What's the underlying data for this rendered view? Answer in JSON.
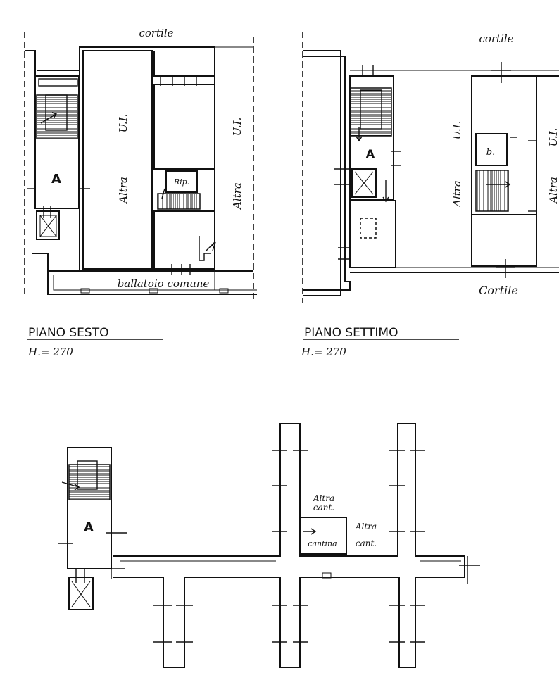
{
  "floors": {
    "sixth": {
      "courtyard": "cortile",
      "unit_right": "U.I.",
      "unit_left": "U.I.",
      "other_left": "Altra",
      "other_right": "Altra",
      "storage": "Rip.",
      "stair": "A",
      "balcony": "ballatoio comune",
      "title": "PIANO SESTO",
      "height": "H.= 270"
    },
    "seventh": {
      "courtyard_top": "cortile",
      "courtyard_bottom": "Cortile",
      "unit_left": "U.I.",
      "unit_right": "U.I.",
      "other_left": "Altra",
      "other_right": "Altra",
      "bath": "b.",
      "stair": "A",
      "title": "PIANO SETTIMO",
      "height": "H.= 270"
    },
    "cellar": {
      "stair": "A",
      "other_cellar_1": [
        "Altra",
        "cant."
      ],
      "other_cellar_2": [
        "Altra",
        "cant."
      ],
      "cellar": "cantina"
    }
  }
}
